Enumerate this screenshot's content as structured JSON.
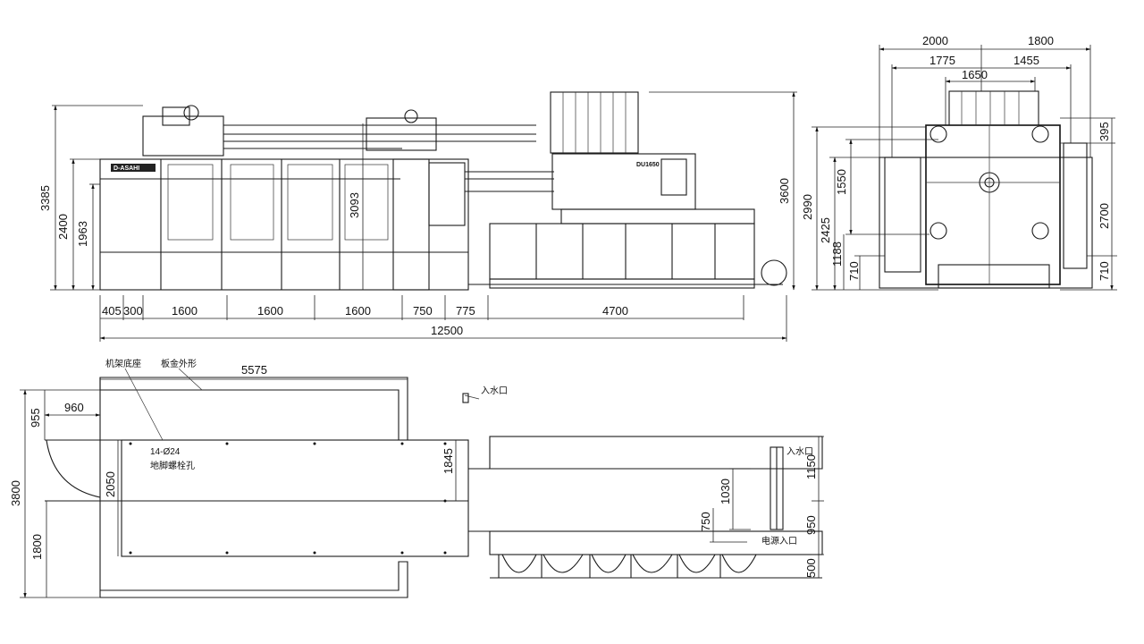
{
  "side_view": {
    "dims_bottom": [
      "405",
      "300",
      "1600",
      "1600",
      "1600",
      "750",
      "775",
      "4700"
    ],
    "overall_length": "12500",
    "heights_left": [
      "3385",
      "2400",
      "1963"
    ],
    "height_inner": "3093",
    "height_right": "3600",
    "brand": "D-ASAHI",
    "model": "DU1650"
  },
  "end_view": {
    "widths_top": [
      "2000",
      "1800"
    ],
    "widths_second": [
      "1775",
      "1455"
    ],
    "width_third": "1650",
    "heights_left": [
      "2990",
      "1550",
      "2425",
      "1188",
      "710"
    ],
    "heights_right": [
      "395",
      "2700",
      "710"
    ]
  },
  "plan_view": {
    "width_top": "5575",
    "label_frame": "机架底座",
    "label_sheet": "板金外形",
    "bolt_holes": "14-Ø24",
    "bolt_label": "地脚螺栓孔",
    "water_inlet_top": "入水口",
    "water_inlet_right": "入水口",
    "power_inlet": "电源入口",
    "dims_left": [
      "3800",
      "955",
      "960",
      "2050",
      "1800"
    ],
    "dims_mid": [
      "1845",
      "1030",
      "750"
    ],
    "dims_right": [
      "1150",
      "950",
      "500"
    ]
  }
}
